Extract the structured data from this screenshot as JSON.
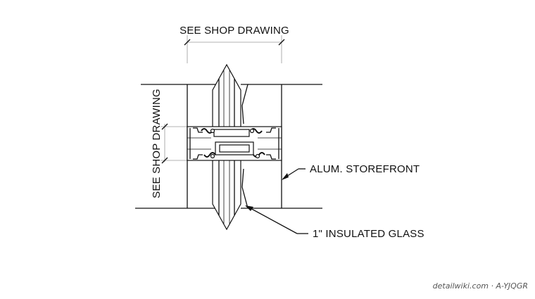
{
  "labels": {
    "top_dimension": "SEE SHOP DRAWING",
    "side_dimension": "SEE SHOP DRAWING",
    "storefront_callout": "ALUM. STOREFRONT",
    "glass_callout": "1\" INSULATED GLASS"
  },
  "watermark": "detailwiki.com · A-YJQGR",
  "colors": {
    "line": "#111111",
    "gray_line": "#9a9a9a",
    "background": "#ffffff"
  }
}
